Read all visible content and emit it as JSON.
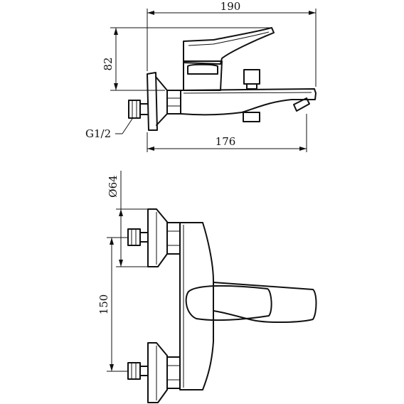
{
  "dimensions": {
    "overall_length": "190",
    "height": "82",
    "spout_reach": "176",
    "thread": "G1/2",
    "flange_diameter": "Ø64",
    "centers": "150"
  },
  "colors": {
    "line": "#111111",
    "background": "#ffffff"
  }
}
